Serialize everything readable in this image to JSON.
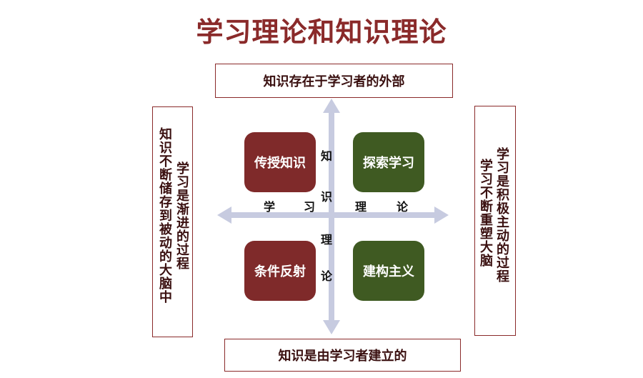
{
  "title": "学习理论和知识理论",
  "top_box": "知识存在于学习者的外部",
  "bottom_box": "知识是由学习者建立的",
  "left_box": {
    "col_outer": "知识不断储存到被动的大脑中",
    "col_inner": "学习是渐进的过程"
  },
  "right_box": {
    "col_outer": "学习是积极主动的过程",
    "col_inner": "学习不断重塑大脑"
  },
  "quadrants": {
    "top_left": "传授知识",
    "top_right": "探索学习",
    "bottom_left": "条件反射",
    "bottom_right": "建构主义"
  },
  "axis": {
    "horizontal": [
      "学",
      "习",
      "理",
      "论"
    ],
    "vertical": [
      "知",
      "识",
      "理",
      "论"
    ]
  },
  "colors": {
    "title": "#8a2a2a",
    "border": "#8a2a2a",
    "red_quadrant": "#7f2a2a",
    "green_quadrant": "#3f5a22",
    "arrow": "#c7cbe0"
  }
}
